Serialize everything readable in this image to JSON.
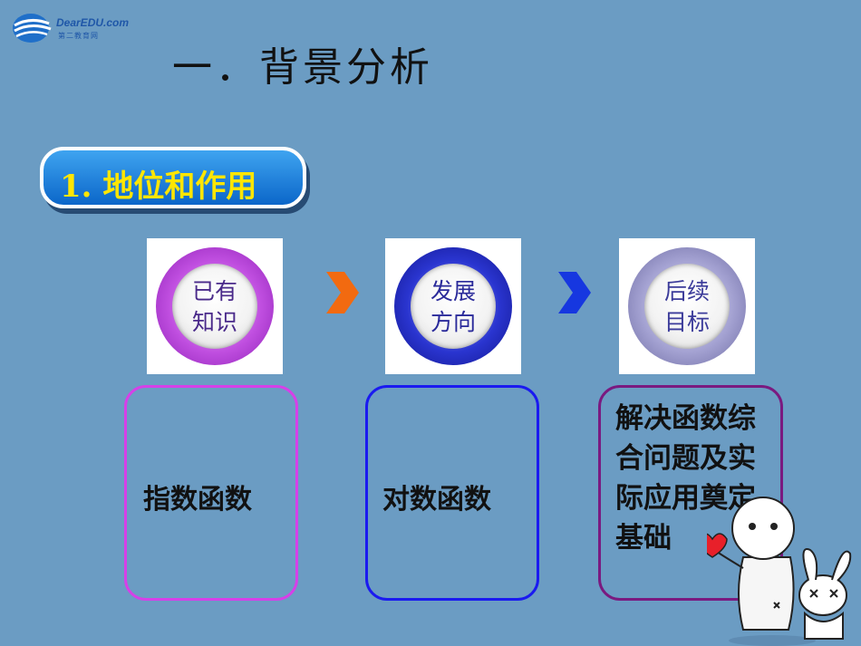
{
  "logo": {
    "text": "DearEDU.com",
    "subtext": "第二教育网"
  },
  "title": "一．背景分析",
  "section": {
    "label": "1. 地位和作用"
  },
  "steps": [
    {
      "line1": "已有",
      "line2": "知识",
      "ring_color": "#b23fd4",
      "text_color": "#4a2a8a"
    },
    {
      "line1": "发展",
      "line2": "方向",
      "ring_color": "#2a2fc0",
      "text_color": "#2a2a9a"
    },
    {
      "line1": "后续",
      "line2": "目标",
      "ring_color": "#9a97c8",
      "text_color": "#3b3b9a"
    }
  ],
  "arrows": [
    {
      "color": "#f26a10"
    },
    {
      "color": "#1637e0"
    }
  ],
  "boxes": [
    {
      "text": "指数函数",
      "border_color": "#d640e8"
    },
    {
      "text": "对数函数",
      "border_color": "#1a1af0"
    },
    {
      "text": "解决函数综合问题及实际应用奠定基础",
      "border_color": "#7a1a80"
    }
  ]
}
